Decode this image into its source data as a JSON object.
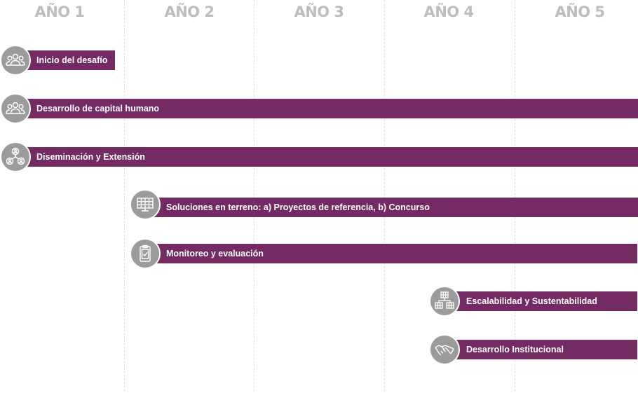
{
  "years": [
    "AÑO 1",
    "AÑO 2",
    "AÑO 3",
    "AÑO 4",
    "AÑO 5"
  ],
  "tasks": [
    {
      "label": "Inicio del desafío",
      "icon": "people-group-icon"
    },
    {
      "label": "Desarrollo de capital humano",
      "icon": "people-group-icon"
    },
    {
      "label": "Diseminación y Extensión",
      "icon": "network-people-icon"
    },
    {
      "label_prefix": "Soluciones en terreno: ",
      "part_a": "a)",
      "label_a": " Proyectos de referencia, ",
      "part_b": "b)",
      "label_b": " Concurso",
      "icon": "solar-panel-icon"
    },
    {
      "label": "Monitoreo y evaluación",
      "icon": "clipboard-check-icon"
    },
    {
      "label": "Escalabilidad y Sustentabilidad",
      "icon": "solar-panels-network-icon"
    },
    {
      "label": "Desarrollo Institucional",
      "icon": "handshake-icon"
    }
  ],
  "colors": {
    "bar": "#742a63",
    "icon_circle": "#9b9b9b",
    "year_text": "#bdbdbd"
  }
}
